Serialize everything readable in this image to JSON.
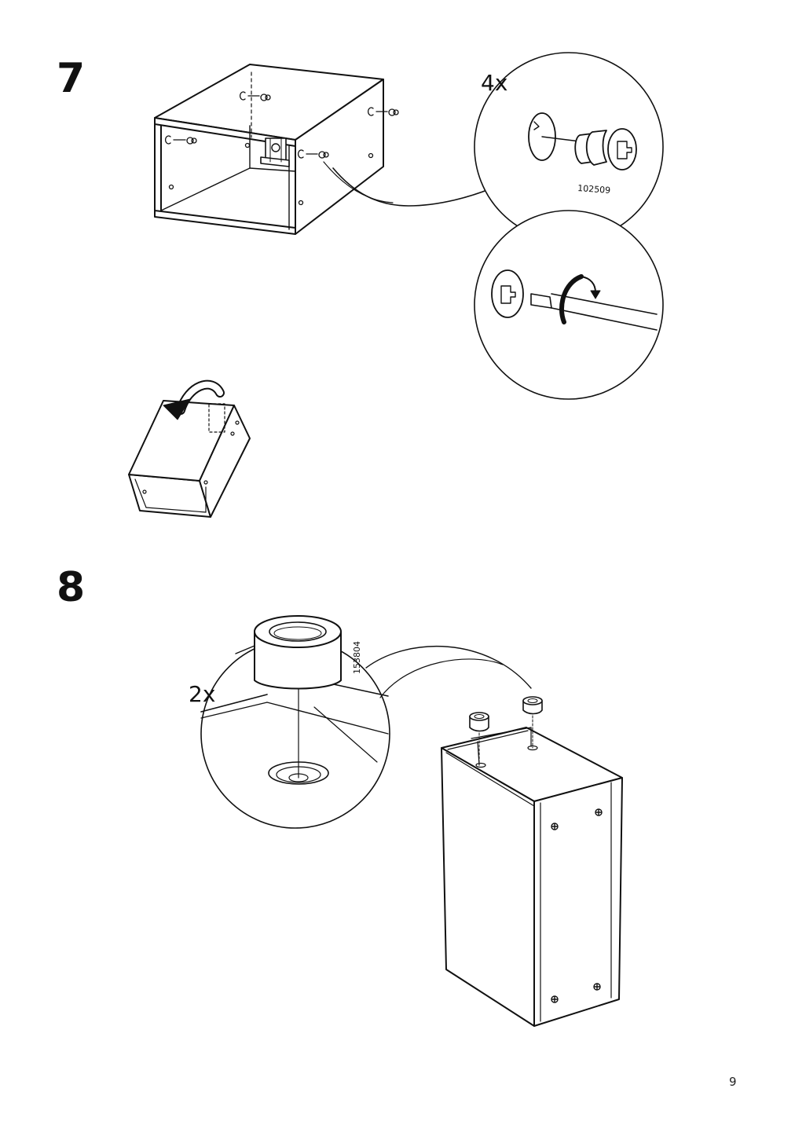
{
  "steps": [
    {
      "number": "7",
      "quantity": "4x",
      "part_number": "102509"
    },
    {
      "number": "8",
      "quantity": "2x",
      "part_number": "153804"
    }
  ],
  "page_number": "9"
}
